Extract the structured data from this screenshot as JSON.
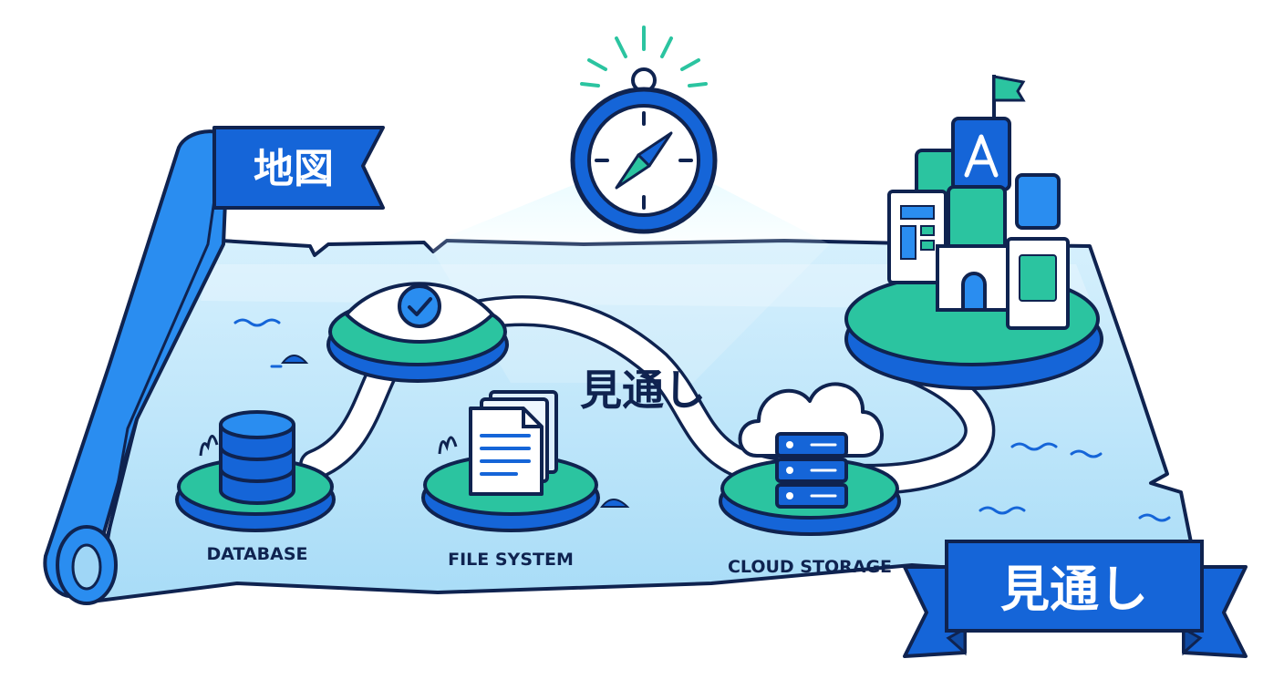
{
  "flag": {
    "text": "地図"
  },
  "map": {
    "center_text": "見通し"
  },
  "banner": {
    "text": "見通し"
  },
  "nodes": [
    {
      "label": "DATABASE",
      "icon": "database-icon"
    },
    {
      "label": "FILE SYSTEM",
      "icon": "document-stack-icon"
    },
    {
      "label": "CLOUD STORAGE",
      "icon": "cloud-server-icon"
    }
  ],
  "colors": {
    "navy": "#0f2350",
    "blue": "#1565d8",
    "sky": "#bfe6fb",
    "teal": "#2bc4a0",
    "water": "#5fc3f0"
  }
}
